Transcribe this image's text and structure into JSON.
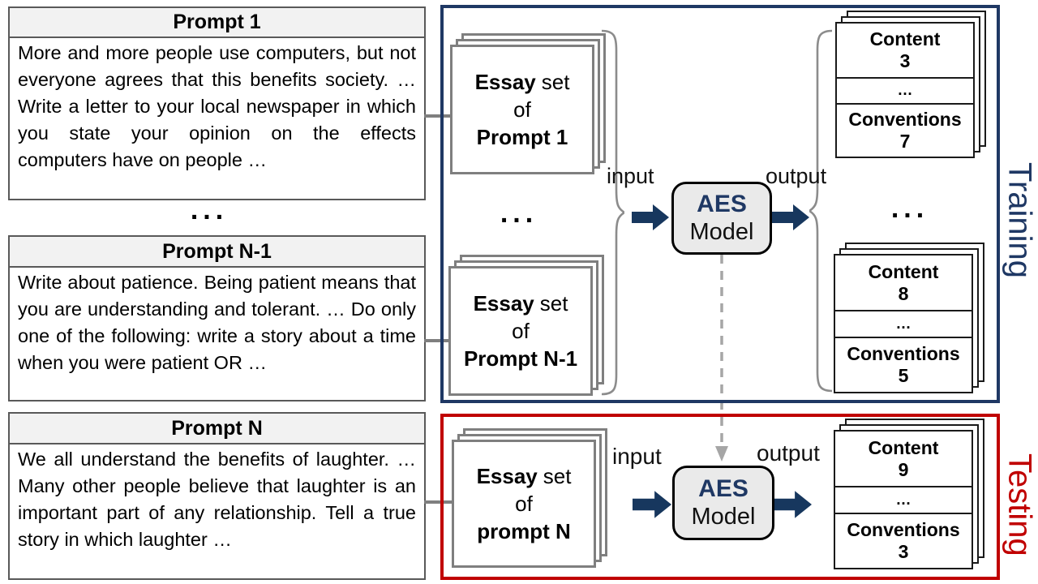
{
  "colors": {
    "training_border": "#1F3864",
    "testing_border": "#C00000",
    "arrow_navy": "#17375E",
    "aes_text_navy": "#1F3864",
    "card_gray_border": "#7F7F7F",
    "prompt_border": "#595959",
    "header_fill": "#F2F2F2",
    "model_fill": "#EAEAEA",
    "brace_gray": "#8C8C8C",
    "dashed_gray": "#A6A6A6"
  },
  "prompts": [
    {
      "title": "Prompt 1",
      "body": "More and more people use computers, but not everyone agrees that this benefits society. … Write a letter to your local newspaper in which you state your opinion on the effects computers have on people …"
    },
    {
      "title": "Prompt N-1",
      "body": "Write about patience. Being patient means that you are understanding and tolerant. … Do only one of the following: write a story about a time when you were patient OR …"
    },
    {
      "title": "Prompt N",
      "body": "We all understand the benefits of laughter. … Many other people believe that laughter is an important part of any relationship. Tell a true story in which laughter …"
    }
  ],
  "prompts_ellipsis": "...",
  "essays_ellipsis": "...",
  "scores_ellipsis": "...",
  "training": {
    "label": "Training",
    "input_label": "input",
    "output_label": "output",
    "model": {
      "title": "AES",
      "subtitle": "Model"
    },
    "essay_sets": [
      {
        "bold": "Essay",
        "rest": "set",
        "mid": "of",
        "prompt": "Prompt 1"
      },
      {
        "bold": "Essay",
        "rest": "set",
        "mid": "of",
        "prompt": "Prompt N-1"
      }
    ],
    "score_cards": [
      {
        "top_label": "Content",
        "top_value": "3",
        "mid": "…",
        "bottom_label": "Conventions",
        "bottom_value": "7"
      },
      {
        "top_label": "Content",
        "top_value": "8",
        "mid": "…",
        "bottom_label": "Conventions",
        "bottom_value": "5"
      }
    ]
  },
  "testing": {
    "label": "Testing",
    "input_label": "input",
    "output_label": "output",
    "model": {
      "title": "AES",
      "subtitle": "Model"
    },
    "essay_set": {
      "bold": "Essay",
      "rest": "set",
      "mid": "of",
      "prompt": "prompt N"
    },
    "score_card": {
      "top_label": "Content",
      "top_value": "9",
      "mid": "…",
      "bottom_label": "Conventions",
      "bottom_value": "3"
    }
  }
}
